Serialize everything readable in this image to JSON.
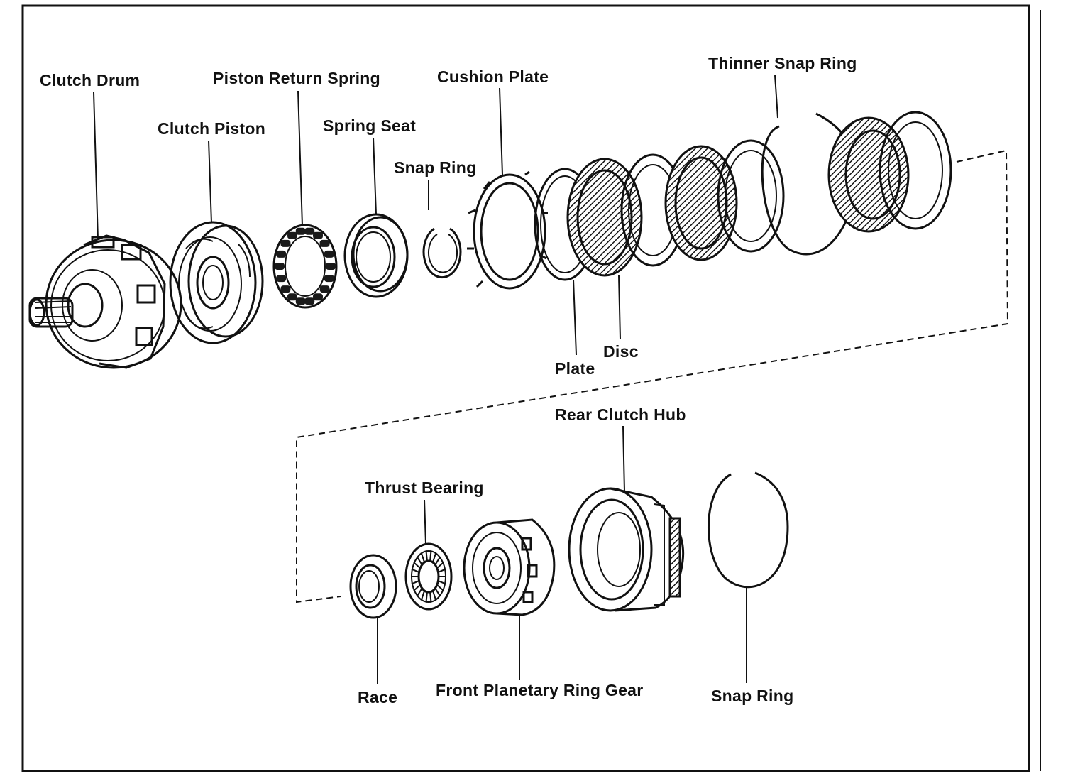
{
  "diagram": {
    "labels": {
      "clutch_drum": "Clutch Drum",
      "clutch_piston": "Clutch Piston",
      "piston_return_spring": "Piston Return Spring",
      "spring_seat": "Spring Seat",
      "snap_ring_top": "Snap Ring",
      "cushion_plate": "Cushion Plate",
      "thinner_snap_ring": "Thinner Snap Ring",
      "plate": "Plate",
      "disc": "Disc",
      "rear_clutch_hub": "Rear Clutch Hub",
      "thrust_bearing": "Thrust Bearing",
      "race": "Race",
      "front_planetary_ring_gear": "Front Planetary Ring Gear",
      "snap_ring_bottom": "Snap Ring"
    }
  }
}
